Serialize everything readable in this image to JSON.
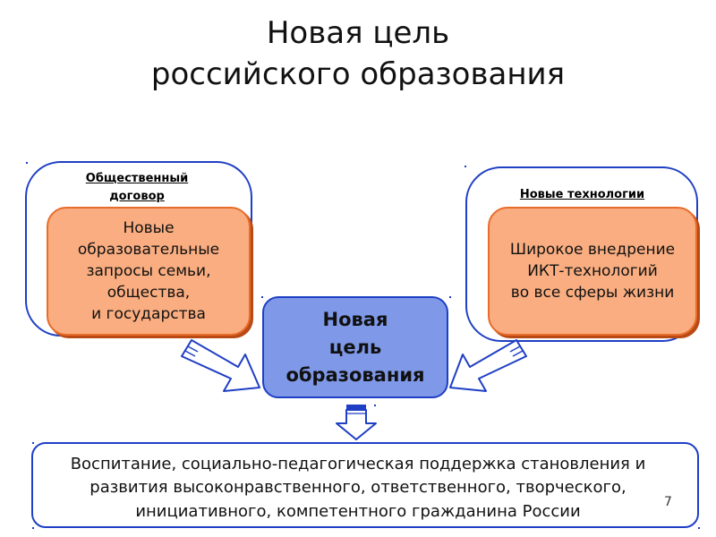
{
  "title": {
    "line1": "Новая цель",
    "line2": "российского образования"
  },
  "left_group": {
    "label_line1": "Общественный",
    "label_line2": "договор",
    "box_lines": [
      "Новые",
      "образовательные",
      "запросы семьи,",
      "общества,",
      "и государства"
    ]
  },
  "right_group": {
    "label": "Новые технологии",
    "box_lines": [
      "Широкое внедрение",
      "ИКТ-технологий",
      "во все сферы жизни"
    ]
  },
  "center": {
    "lines": [
      "Новая",
      "цель",
      "образования"
    ]
  },
  "result": {
    "lines": [
      "Воспитание, социально-педагогическая поддержка становления и",
      "развития высоконравственного, ответственного, творческого,",
      "инициативного, компетентного гражданина России"
    ]
  },
  "page_number": "7",
  "colors": {
    "outline_blue": "#1f3fc4",
    "orange_fill": "#f9ad80",
    "orange_border": "#e86c2a",
    "center_fill": "#7f99e8"
  }
}
